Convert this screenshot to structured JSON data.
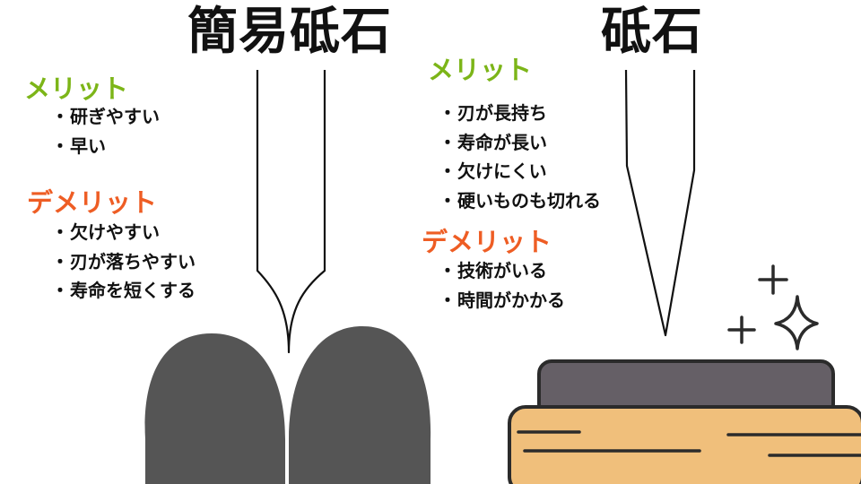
{
  "left": {
    "title": "簡易砥石",
    "merit": {
      "heading": "メリット",
      "items": [
        "研ぎやすい",
        "早い"
      ]
    },
    "demerit": {
      "heading": "デメリット",
      "items": [
        "欠けやすい",
        "刃が落ちやすい",
        "寿命を短くする"
      ]
    }
  },
  "right": {
    "title": "砥石",
    "merit": {
      "heading": "メリット",
      "items": [
        "刃が長持ち",
        "寿命が長い",
        "欠けにくい",
        "硬いものも切れる"
      ]
    },
    "demerit": {
      "heading": "デメリット",
      "items": [
        "技術がいる",
        "時間がかかる"
      ]
    }
  },
  "bullet": "・",
  "colors": {
    "merit": "#7cb518",
    "demerit": "#ee5d24",
    "soft_stone": "#555555",
    "whetstone_top": "#655f66",
    "wood_base": "#f0bf7b",
    "outline": "#2b2b2b"
  },
  "icons": [
    "sparkle-icon",
    "plus-icon"
  ]
}
